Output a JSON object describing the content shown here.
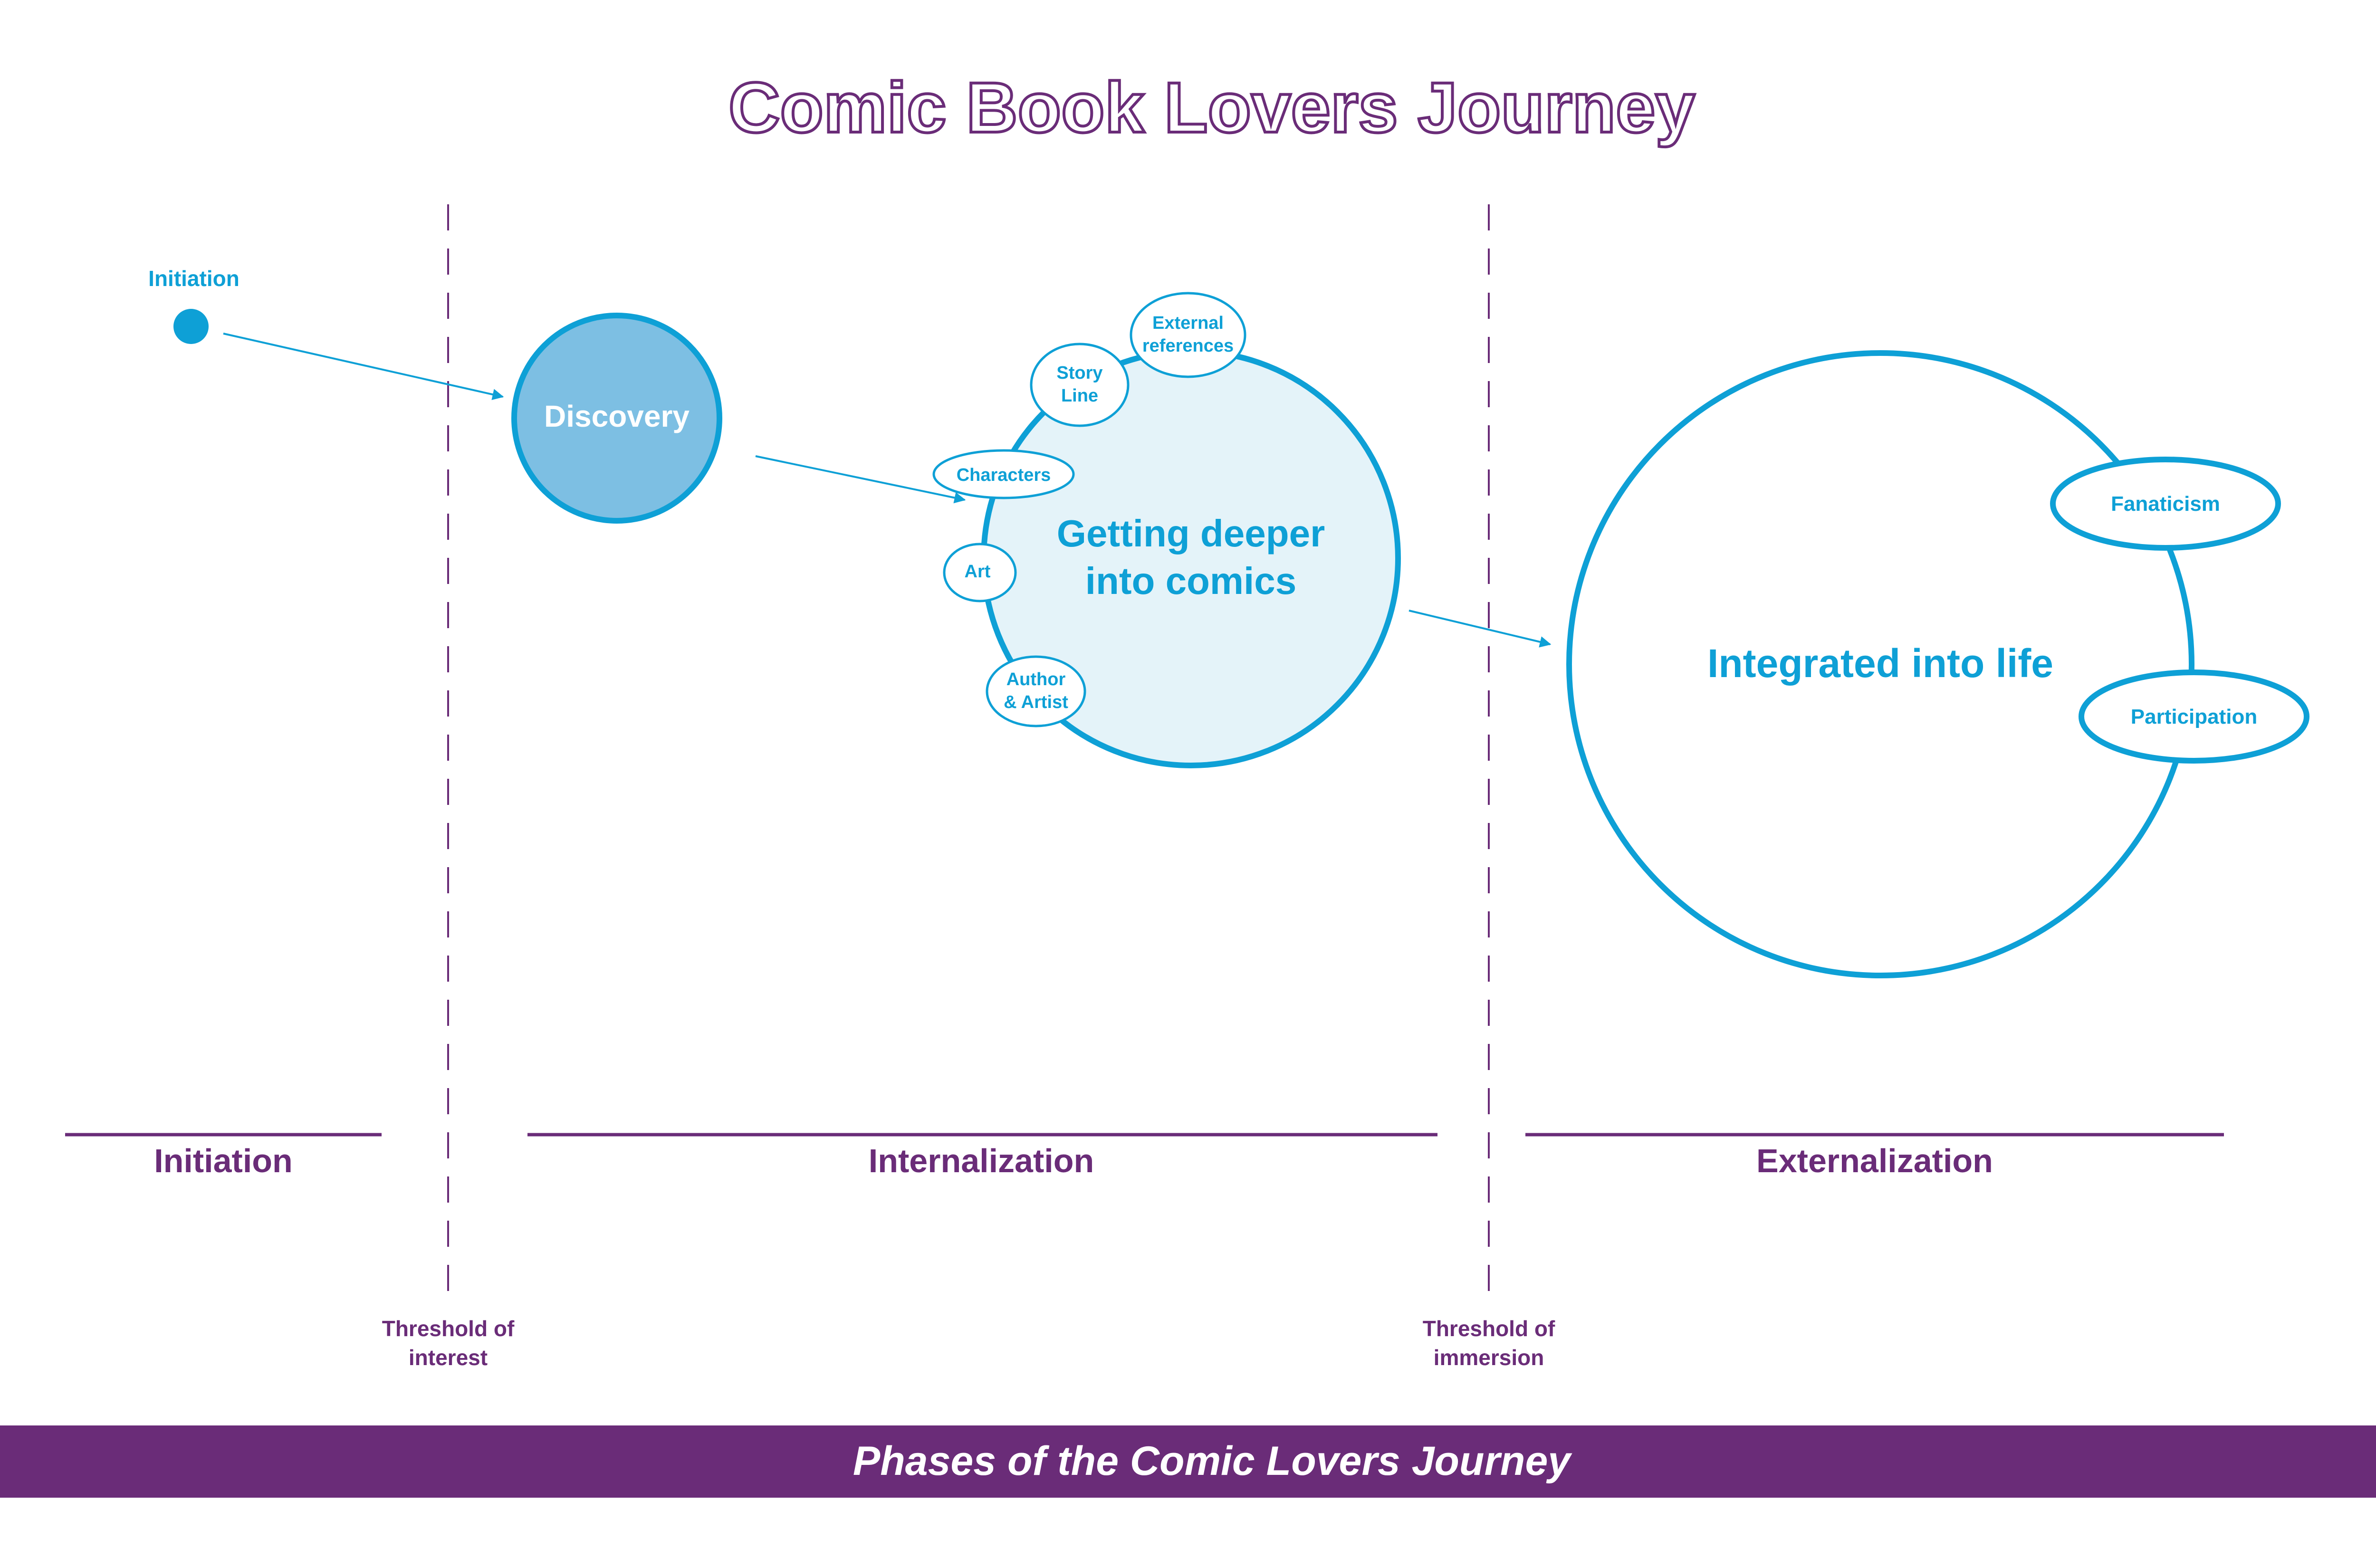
{
  "title": "Comic Book Lovers Journey",
  "nodes": {
    "initiation": "Initiation",
    "discovery": "Discovery",
    "getting_deeper": [
      "Getting deeper",
      "into comics"
    ],
    "integrated": "Integrated into life"
  },
  "bubbles": {
    "external_references": [
      "External",
      "references"
    ],
    "story_line": [
      "Story",
      "Line"
    ],
    "characters": "Characters",
    "art": "Art",
    "author_artist": [
      "Author",
      "& Artist"
    ],
    "fanaticism": "Fanaticism",
    "participation": "Participation"
  },
  "thresholds": {
    "interest": [
      "Threshold of",
      "interest"
    ],
    "immersion": [
      "Threshold of",
      "immersion"
    ]
  },
  "phases": {
    "initiation": "Initiation",
    "internalization": "Internalization",
    "externalization": "Externalization"
  },
  "footer": "Phases of the Comic Lovers Journey",
  "colors": {
    "blue": "#0ea0d6",
    "purple": "#6a2c78",
    "discovery_fill": "#7dbfe3",
    "deeper_fill": "#e4f3f9",
    "white": "#ffffff"
  }
}
